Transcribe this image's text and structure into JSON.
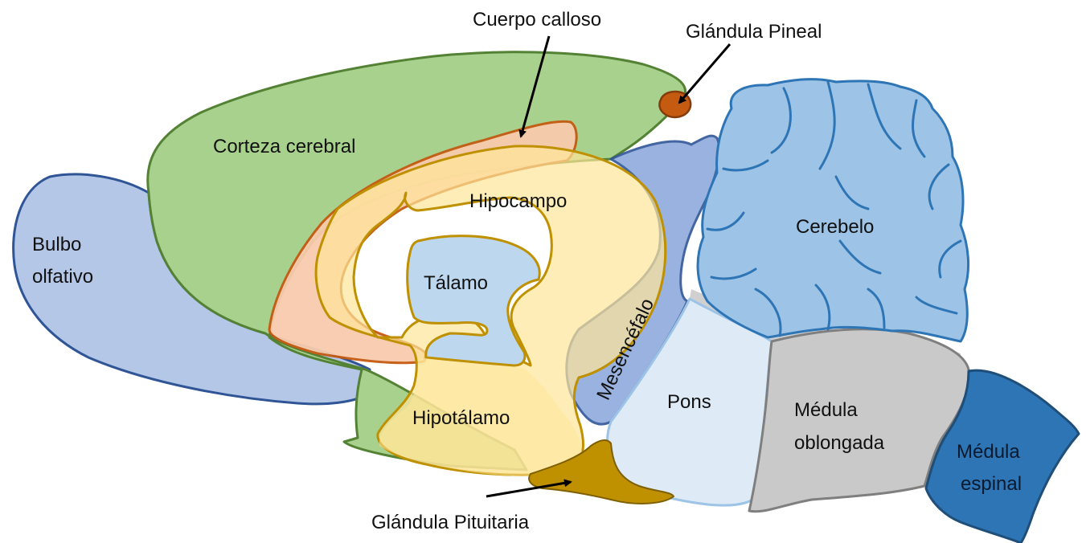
{
  "labels": {
    "cuerpo_calloso": "Cuerpo calloso",
    "glandula_pineal": "Glándula Pineal",
    "corteza_cerebral": "Corteza cerebral",
    "hipocampo": "Hipocampo",
    "cerebelo": "Cerebelo",
    "bulbo_line1": "Bulbo",
    "bulbo_line2": "olfativo",
    "talamo": "Tálamo",
    "mesencefalo": "Mesencéfalo",
    "pons": "Pons",
    "hipotalamo": "Hipotálamo",
    "medula_oblongada_line1": "Médula",
    "medula_oblongada_line2": "oblongada",
    "medula_espinal_line1": "Médula",
    "medula_espinal_line2": "espinal",
    "glandula_pituitaria": "Glándula Pituitaria"
  },
  "colors": {
    "bulbo_olfativo": "#b4c7e7",
    "corteza_cerebral": "#a9d18e",
    "cuerpo_calloso": "#f8cbad",
    "hipocampo": "#ffe699",
    "talamo": "#bdd7ee",
    "mesencefalo": "#8faadc",
    "cerebelo": "#9dc3e6",
    "pons": "#deebf7",
    "medula_oblongada": "#c9c9c9",
    "medula_espinal": "#2e75b6",
    "glandula_pineal": "#c55a11",
    "glandula_pituitaria": "#bf9000"
  }
}
